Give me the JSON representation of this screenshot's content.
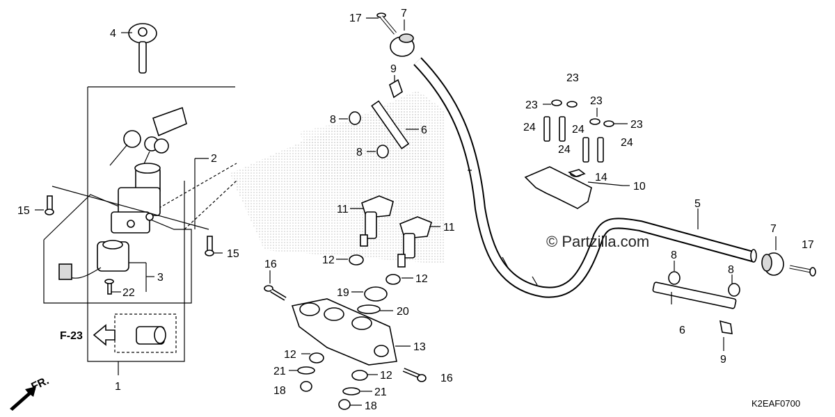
{
  "watermark": "© Partzilla.com",
  "diagram_code": "K2EAF0700",
  "reference": {
    "label": "F-23"
  },
  "direction": {
    "label": "FR."
  },
  "callouts": {
    "c4": "4",
    "c2": "2",
    "c15a": "15",
    "c15b": "15",
    "c3": "3",
    "c22": "22",
    "c1": "1",
    "c17a": "17",
    "c7a": "7",
    "c9a": "9",
    "c8a": "8",
    "c6a": "6",
    "c8b": "8",
    "c11a": "11",
    "c11b": "11",
    "c12a": "12",
    "c12b": "12",
    "c16a": "16",
    "c19": "19",
    "c20": "20",
    "c13": "13",
    "c12c": "12",
    "c21a": "21",
    "c12d": "12",
    "c16b": "16",
    "c18a": "18",
    "c21b": "21",
    "c18b": "18",
    "c23a": "23",
    "c23b": "23",
    "c23c": "23",
    "c23d": "23",
    "c24a": "24",
    "c24b": "24",
    "c24c": "24",
    "c24d": "24",
    "c14": "14",
    "c10": "10",
    "c5": "5",
    "c7b": "7",
    "c17b": "17",
    "c8c": "8",
    "c8d": "8",
    "c6b": "6",
    "c9b": "9"
  },
  "colors": {
    "line": "#000000",
    "stipple": "#888888",
    "part_fill": "#ffffff"
  }
}
